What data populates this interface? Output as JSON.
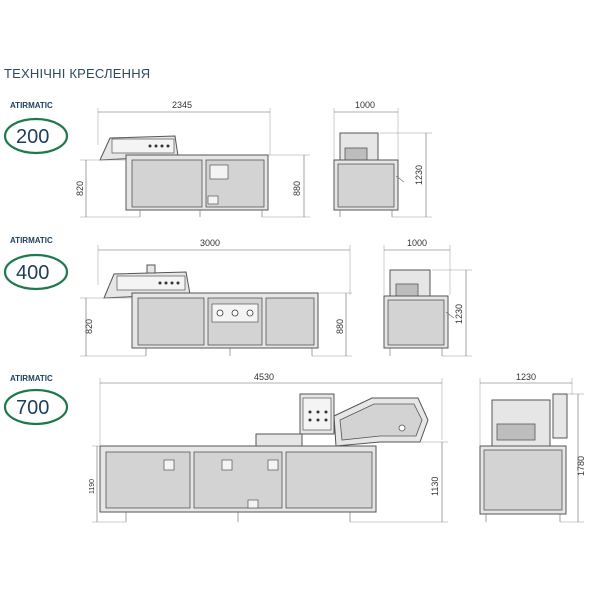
{
  "header": {
    "title": "ТЕХНІЧНІ КРЕСЛЕННЯ"
  },
  "colors": {
    "title": "#2d4a63",
    "brand": "#1d3e5c",
    "ring": "#1e7a4e",
    "body_fill": "#e6e6e6",
    "panel_fill": "#d3d3d3"
  },
  "models": [
    {
      "brand": "ATIRMATIC",
      "number": "200",
      "front": {
        "length": "2345",
        "height_left": "820",
        "height_right": "880"
      },
      "side": {
        "width": "1000",
        "height": "1230"
      }
    },
    {
      "brand": "ATIRMATIC",
      "number": "400",
      "front": {
        "length": "3000",
        "height_left": "820",
        "height_right": "880"
      },
      "side": {
        "width": "1000",
        "height": "1230"
      }
    },
    {
      "brand": "ATIRMATIC",
      "number": "700",
      "front": {
        "length": "4530",
        "height_left": "1190",
        "height_right": "1130"
      },
      "side": {
        "width": "1230",
        "height": "1780"
      }
    }
  ]
}
